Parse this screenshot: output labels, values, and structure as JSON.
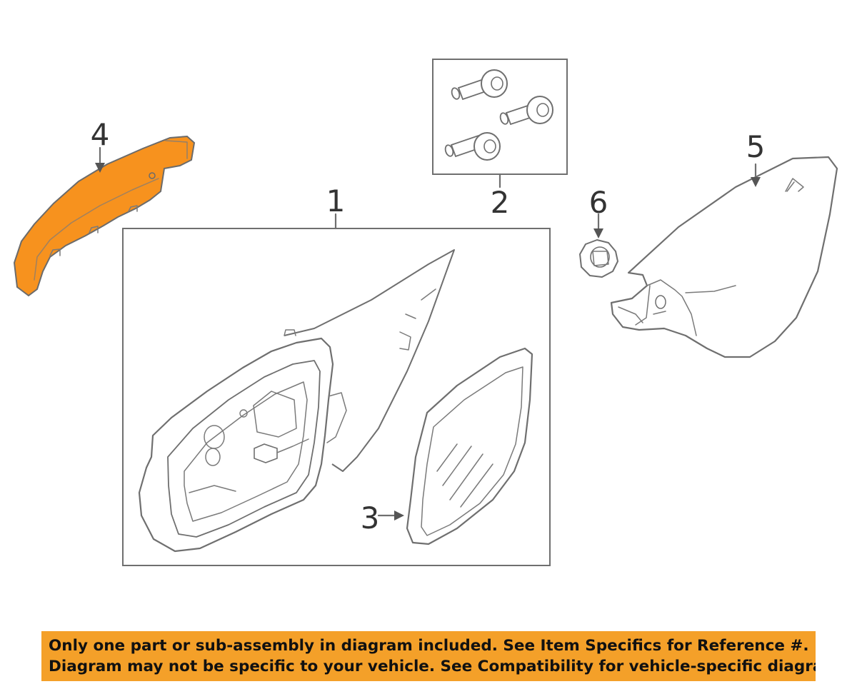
{
  "callouts": {
    "c1": "1",
    "c2": "2",
    "c3": "3",
    "c4": "4",
    "c5": "5",
    "c6": "6"
  },
  "highlight_color": "#f7921e",
  "banner": {
    "line1": "Only one part or sub-assembly in diagram included. See Item Specifics for Reference #.",
    "line2": "Diagram may not be specific to your vehicle. See Compatibility for vehicle-specific diagrams.",
    "background": "#f4a029"
  }
}
